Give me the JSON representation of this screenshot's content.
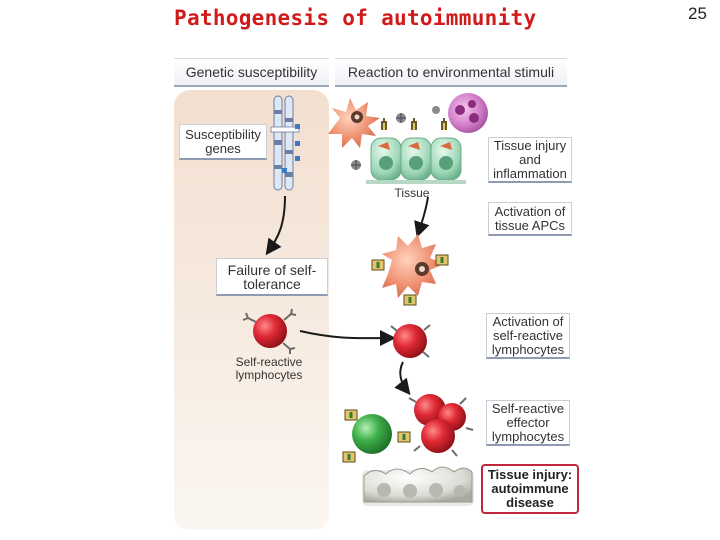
{
  "slide": {
    "title": "Pathogenesis of autoimmunity",
    "page_number": "25"
  },
  "diagram": {
    "headers": {
      "left": "Genetic susceptibility",
      "right": "Reaction to environmental stimuli"
    },
    "left_labels": {
      "susceptibility_genes": "Susceptibility genes",
      "failure_tolerance": "Failure of self-tolerance",
      "self_reactive": "Self-reactive lymphocytes"
    },
    "right_labels": {
      "tissue": "Tissue",
      "tissue_injury": "Tissue injury and inflammation",
      "activation_apcs": "Activation of tissue APCs",
      "activation_lymphocytes": "Activation of self-reactive lymphocytes",
      "effector": "Self-reactive effector lymphocytes",
      "final": "Tissue injury: autoimmune disease"
    },
    "colors": {
      "title": "#d11a1a",
      "final_border": "#c0283b",
      "lymphocyte": "#d9232e",
      "effector_green": "#3aa84a",
      "apc": "#e8876a"
    }
  }
}
